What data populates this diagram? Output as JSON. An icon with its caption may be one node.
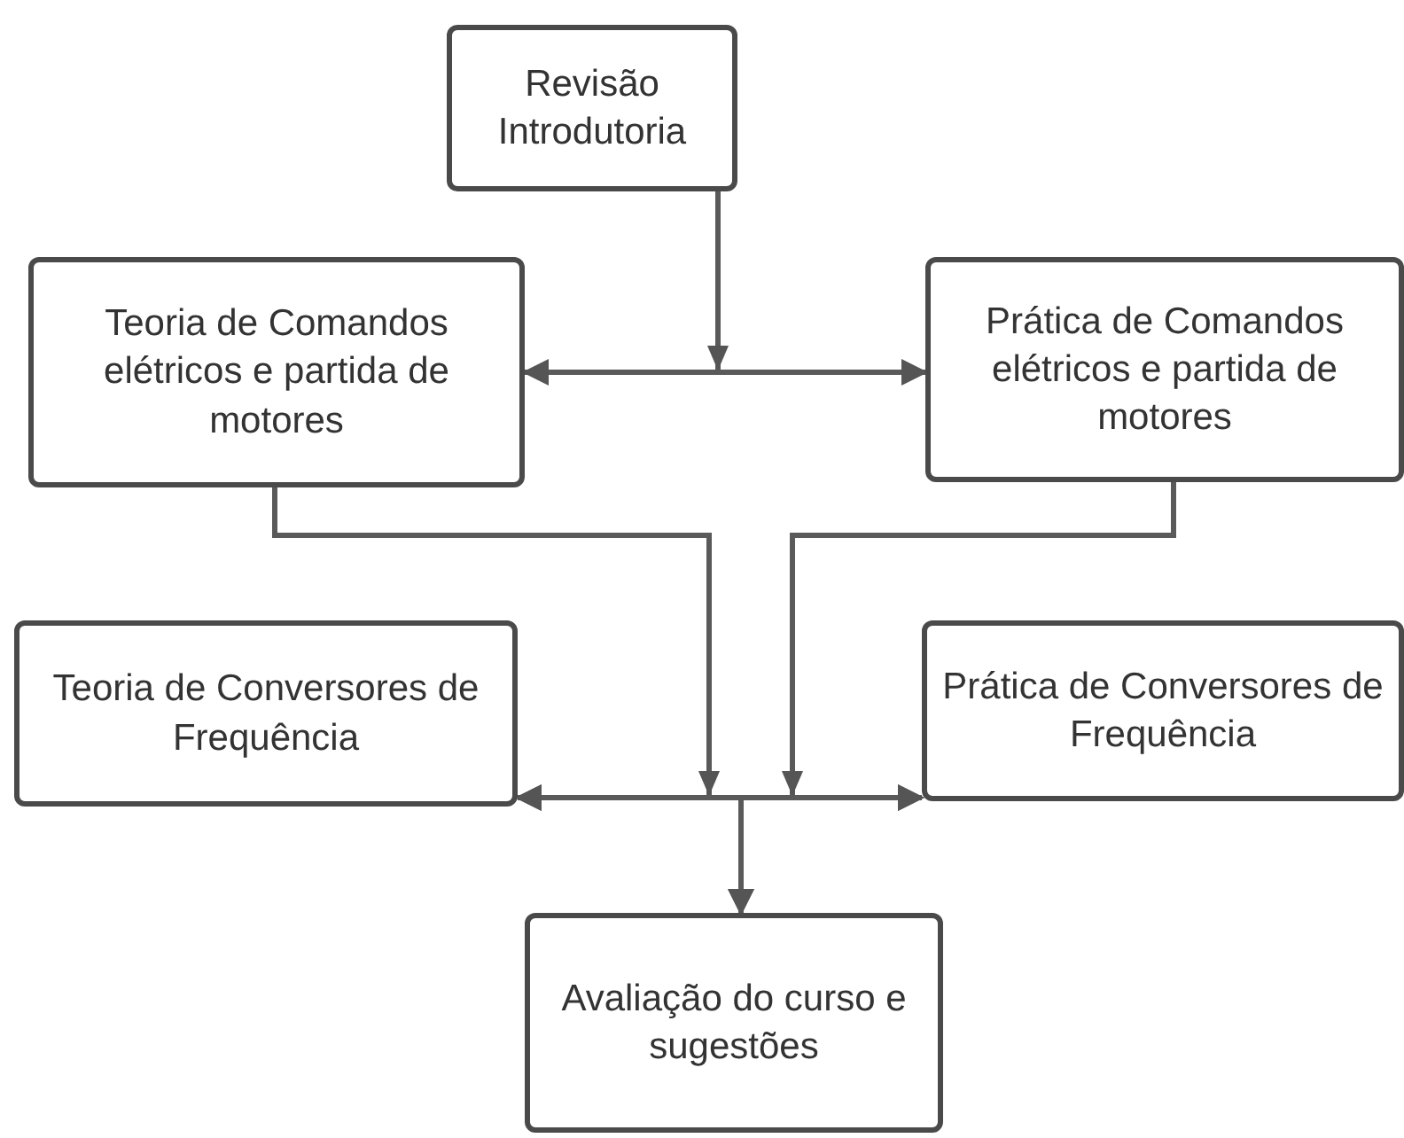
{
  "diagram": {
    "nodes": [
      {
        "text": [
          "Revisão Introdutoria"
        ]
      },
      {
        "text": [
          "Teoria de Comandos elétricos e partida de motores"
        ]
      },
      {
        "text": [
          "Prática de Comandos elétricos e partida de motores"
        ]
      },
      {
        "text": [
          "Teoria de Conversores de Frequência"
        ]
      },
      {
        "text": [
          "Prática de Conversores de Frequência"
        ]
      },
      {
        "text": [
          "Avaliação do curso e sugestões"
        ]
      }
    ],
    "edges": [
      {
        "from": 0,
        "to": 1,
        "arrow": "to"
      },
      {
        "from": 0,
        "to": 2,
        "arrow": "to"
      },
      {
        "from": 1,
        "to": 3,
        "arrow": "to"
      },
      {
        "from": 1,
        "to": 4,
        "arrow": "to"
      },
      {
        "from": 1,
        "to": 5,
        "arrow": "to"
      },
      {
        "from": 2,
        "to": 3,
        "arrow": "to"
      },
      {
        "from": 2,
        "to": 4,
        "arrow": "to"
      },
      {
        "from": 2,
        "to": 5,
        "arrow": "to"
      }
    ]
  }
}
